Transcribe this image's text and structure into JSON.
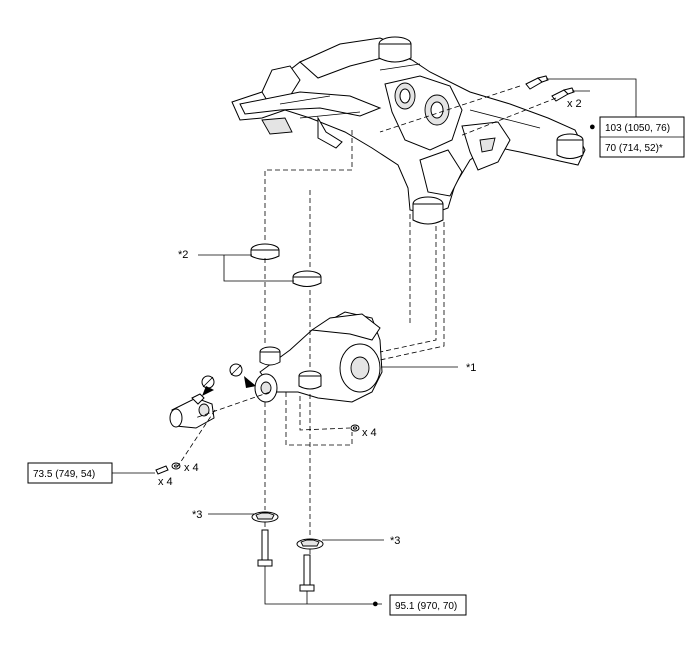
{
  "labels": {
    "part1": "*1",
    "part2": "*2",
    "part3_left": "*3",
    "part3_right": "*3"
  },
  "quantities": {
    "frame_bolt": "x 2",
    "washer_nut": "x 4",
    "flange_nut": "x 4",
    "flange_bolt": "x 4"
  },
  "torque_specs": {
    "frame_bolt_primary": "103 (1050, 76)",
    "frame_bolt_secondary": "70 (714, 52)*",
    "flange_bolt": "73.5 (749, 54)",
    "mount_bolt": "95.1 (970, 70)"
  },
  "symbols": {
    "bullet": "●"
  }
}
